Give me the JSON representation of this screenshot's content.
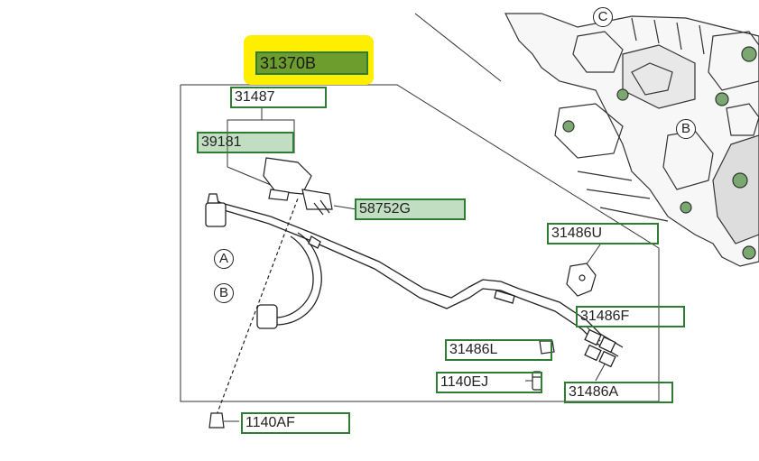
{
  "diagram": {
    "highlight_color": "#ffee00",
    "label_border_color": "#2e7d32",
    "parts": {
      "p31370B": "31370B",
      "p31487": "31487",
      "p39181": "39181",
      "p58752G": "58752G",
      "p31486U": "31486U",
      "p31486F": "31486F",
      "p31486L": "31486L",
      "p1140EJ": "1140EJ",
      "p31486A": "31486A",
      "p1140AF": "1140AF"
    },
    "callouts": {
      "a": "A",
      "b": "B",
      "b_engine": "B",
      "c_engine": "C"
    }
  }
}
